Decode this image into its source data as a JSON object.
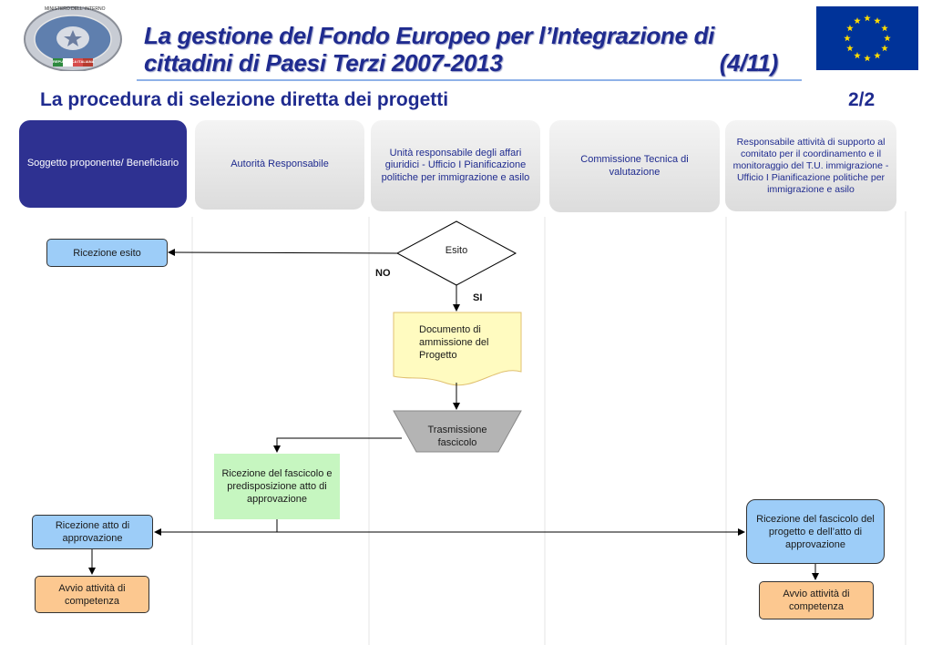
{
  "header": {
    "title_line1": "La gestione del Fondo Europeo per l’Integrazione di",
    "title_line2": "cittadini di Paesi Terzi 2007-2013",
    "title_page": "(4/11)",
    "subtitle": "La procedura di selezione diretta dei progetti",
    "page_number": "2/2"
  },
  "logo": {
    "ring_text_top": "MINISTERO DELL' INTERNO",
    "ring_text_bottom": "REPUBBLICA ITALIANA"
  },
  "lanes": [
    {
      "label": "Soggetto proponente/ Beneficiario"
    },
    {
      "label": "Autorità Responsabile"
    },
    {
      "label": "Unità responsabile degli affari giuridici - Ufficio I Pianificazione politiche  per immigrazione e asilo"
    },
    {
      "label": "Commissione Tecnica di valutazione"
    },
    {
      "label": "Responsabile attività di supporto al comitato per il coordinamento e il monitoraggio del T.U. immigrazione - Ufficio I Pianificazione politiche per immigrazione e asilo"
    }
  ],
  "flow": {
    "decision": "Esito",
    "no_label": "NO",
    "yes_label": "SI",
    "ricezione_esito": "Ricezione esito",
    "documento": "Documento di ammissione del Progetto",
    "trasmissione": "Trasmissione fascicolo",
    "ricezione_fascicolo": "Ricezione del fascicolo e predisposizione atto di approvazione",
    "ricezione_atto": "Ricezione atto di approvazione",
    "ricezione_fascicolo_progetto": "Ricezione del fascicolo del progetto e dell’atto di approvazione",
    "avvio_left": "Avvio attività di competenza",
    "avvio_right": "Avvio attività di competenza"
  },
  "colors": {
    "title": "#1f2b8f",
    "lane_active": "#2e3191",
    "blue_box": "#9dcdf8",
    "orange_box": "#fcc890",
    "green_box": "#c6f6c0",
    "document": "#fffbc0",
    "trapezoid": "#b4b4b4",
    "eu_flag": "#003399",
    "eu_star": "#ffdd00"
  }
}
